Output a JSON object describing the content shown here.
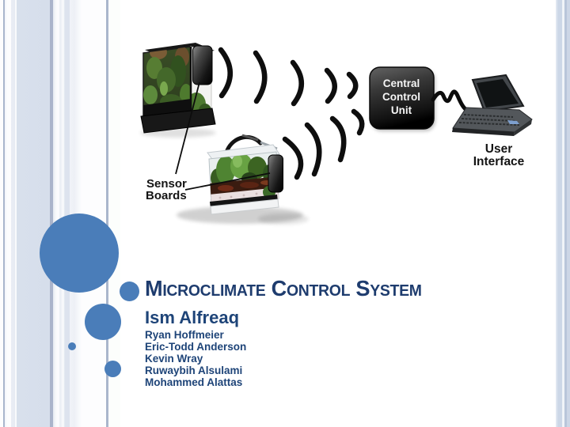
{
  "slide": {
    "title": "Microclimate Control System",
    "authors": {
      "lead": "Ism Alfreaq",
      "members": [
        "Ryan Hoffmeier",
        "Eric-Todd Anderson",
        "Kevin Wray",
        "Ruwaybih Alsulami",
        "Mohammed Alattas"
      ]
    }
  },
  "diagram": {
    "sensor_boards": {
      "line1": "Sensor",
      "line2": "Boards"
    },
    "central_control_unit": {
      "line1": "Central",
      "line2": "Control",
      "line3": "Unit"
    },
    "user_interface": {
      "line1": "User",
      "line2": "Interface"
    }
  },
  "colors": {
    "accent_circle_blue": "#4a7db9",
    "title_navy": "#1e3c6e",
    "author_blue": "#1e4478",
    "stripe_light_blue": "#d6deeb",
    "stripe_line_blue": "#aab6cc",
    "diagram_label_black": "#141414",
    "ccu_box_dark": "#1a1a1a"
  }
}
